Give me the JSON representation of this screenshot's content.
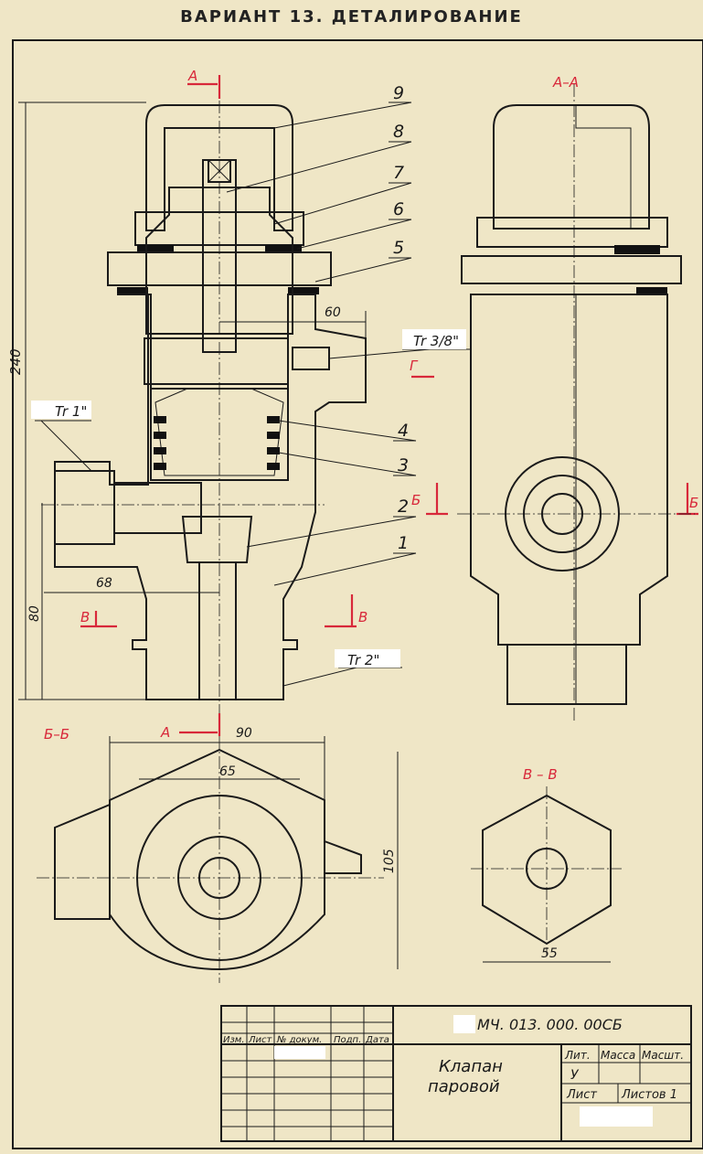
{
  "title": "ВАРИАНТ 13. ДЕТАЛИРОВАНИЕ",
  "views": {
    "section_a": "А–А",
    "section_b": "Б–Б",
    "section_v": "В – В"
  },
  "markers": {
    "a": "А",
    "b": "Б",
    "v": "В",
    "g": "Г"
  },
  "callouts": {
    "p1": "1",
    "p2": "2",
    "p3": "3",
    "p4": "4",
    "p5": "5",
    "p6": "6",
    "p7": "7",
    "p8": "8",
    "p9": "9"
  },
  "threads": {
    "t1": "Tr 1\"",
    "t38": "Tr 3/8\"",
    "t2": "Tr 2\""
  },
  "dims": {
    "d240": "240",
    "d80": "80",
    "d68": "68",
    "d60": "60",
    "d90": "90",
    "d65": "65",
    "d105": "105",
    "d55": "55"
  },
  "title_block": {
    "headers": [
      "Изм.",
      "Лист",
      "№ докум.",
      "Подп.",
      "Дата"
    ],
    "designation": "МЧ. 013. 000. 00СБ",
    "name_line1": "Клапан",
    "name_line2": "паровой",
    "lit": "Лит.",
    "massa": "Масса",
    "masht": "Масшт.",
    "lit_value": "У",
    "sheet": "Лист",
    "sheets": "Листов 1"
  }
}
